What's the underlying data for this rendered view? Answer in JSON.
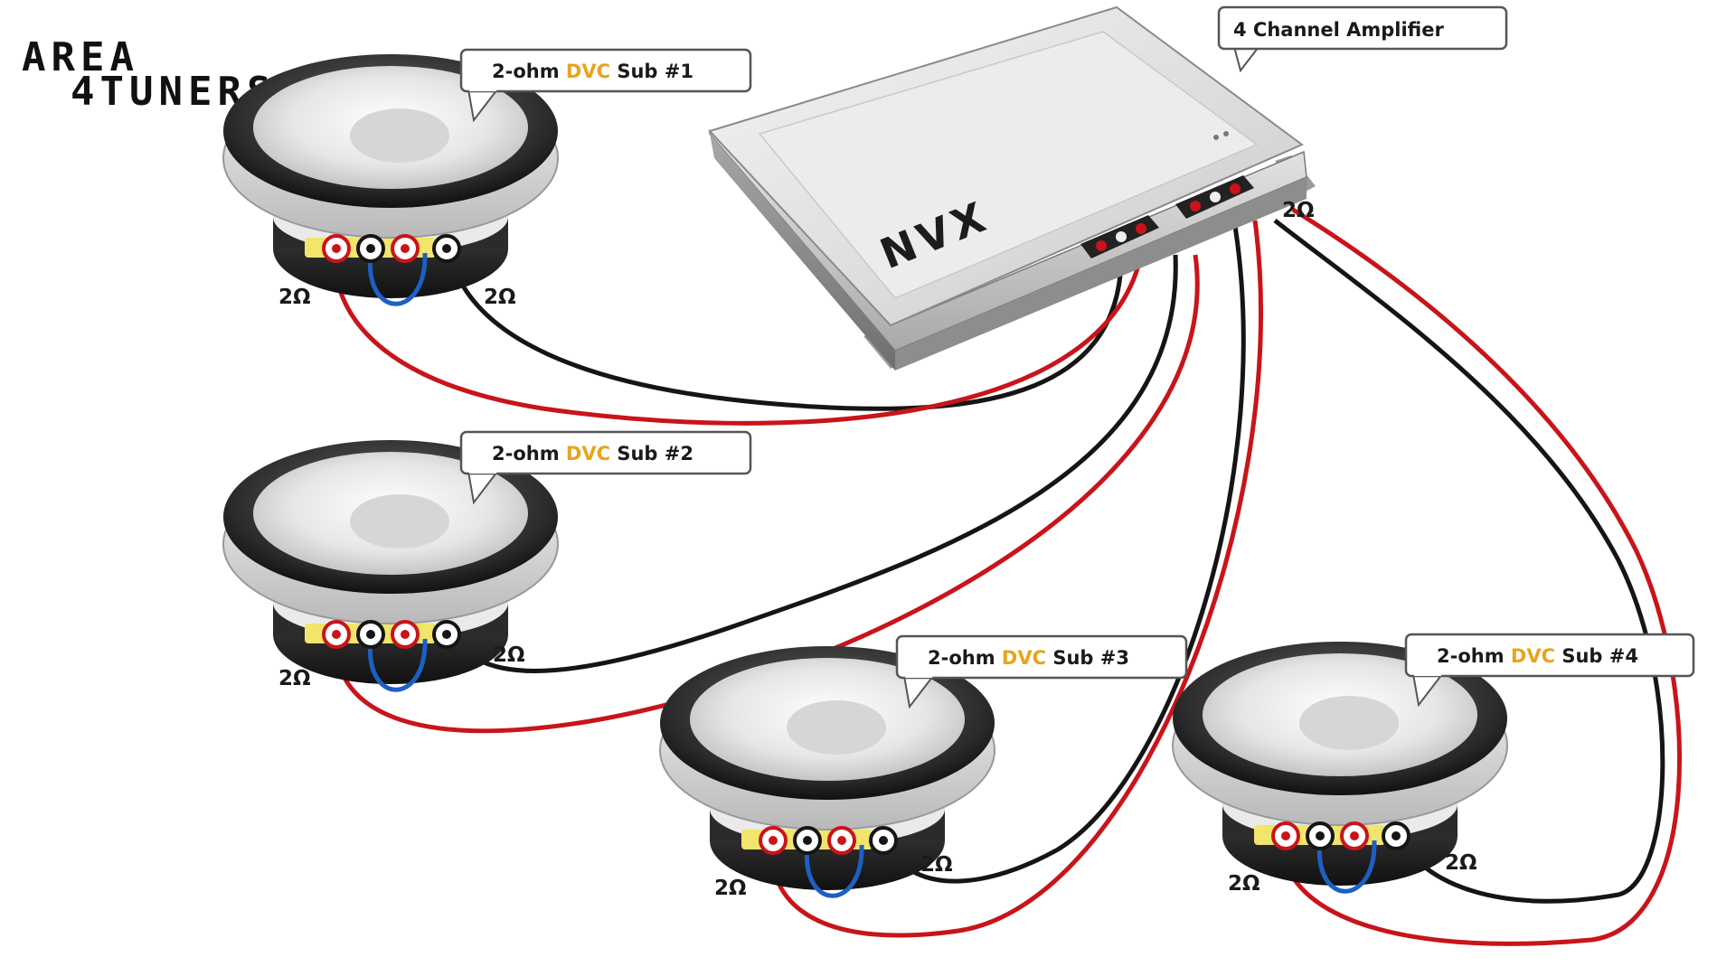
{
  "logo": {
    "line1": "AREA",
    "line2": "4TUNERS"
  },
  "amplifier": {
    "brand": "NVX",
    "label": "4 Channel Amplifier",
    "impedance": "2Ω"
  },
  "subs": [
    {
      "pre": "2-ohm ",
      "accent": "DVC",
      "post": " Sub #1",
      "left_ohm": "2Ω",
      "right_ohm": "2Ω"
    },
    {
      "pre": "2-ohm ",
      "accent": "DVC",
      "post": " Sub #2",
      "left_ohm": "2Ω",
      "right_ohm": "2Ω"
    },
    {
      "pre": "2-ohm ",
      "accent": "DVC",
      "post": " Sub #3",
      "left_ohm": "2Ω",
      "right_ohm": "2Ω"
    },
    {
      "pre": "2-ohm ",
      "accent": "DVC",
      "post": " Sub #4",
      "left_ohm": "2Ω",
      "right_ohm": "2Ω"
    }
  ],
  "colors": {
    "positive_wire": "#c8141a",
    "negative_wire": "#151515",
    "jumper_wire": "#1d5fc4",
    "accent_text": "#e8a41c"
  }
}
